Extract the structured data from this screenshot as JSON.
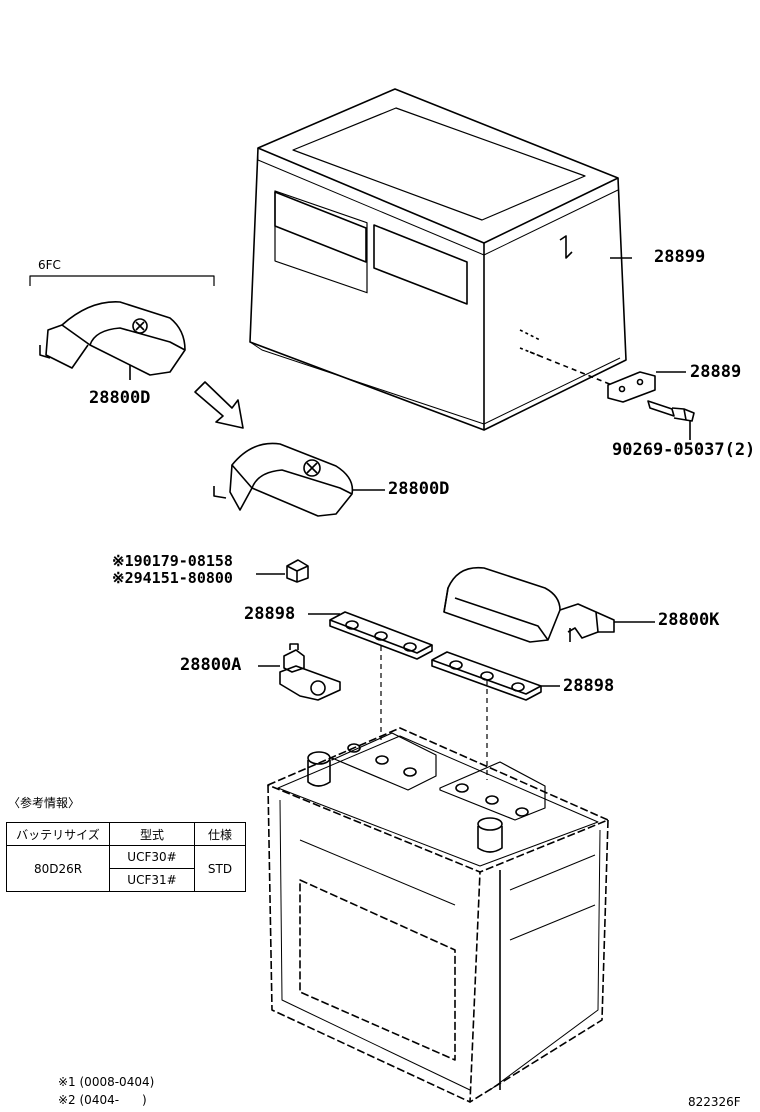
{
  "labels": {
    "p28899": "28899",
    "p28889": "28889",
    "p90269": "90269-05037(2)",
    "p28800D_top": "28800D",
    "p28800D_mid": "28800D",
    "variant": "6FC",
    "note1": "※190179-08158",
    "note2": "※294151-80800",
    "p28898_a": "28898",
    "p28898_b": "28898",
    "p28800K": "28800K",
    "p28800A": "28800A"
  },
  "reference": {
    "title": "〈参考情報〉",
    "headers": [
      "バッテリサイズ",
      "型式",
      "仕様"
    ],
    "battery_size": "80D26R",
    "models": [
      "UCF30#",
      "UCF31#"
    ],
    "spec": "STD"
  },
  "footnotes": {
    "f1": "※1 (0008-0404)",
    "f2": "※2 (0404-      )"
  },
  "diagram_id": "822326F"
}
